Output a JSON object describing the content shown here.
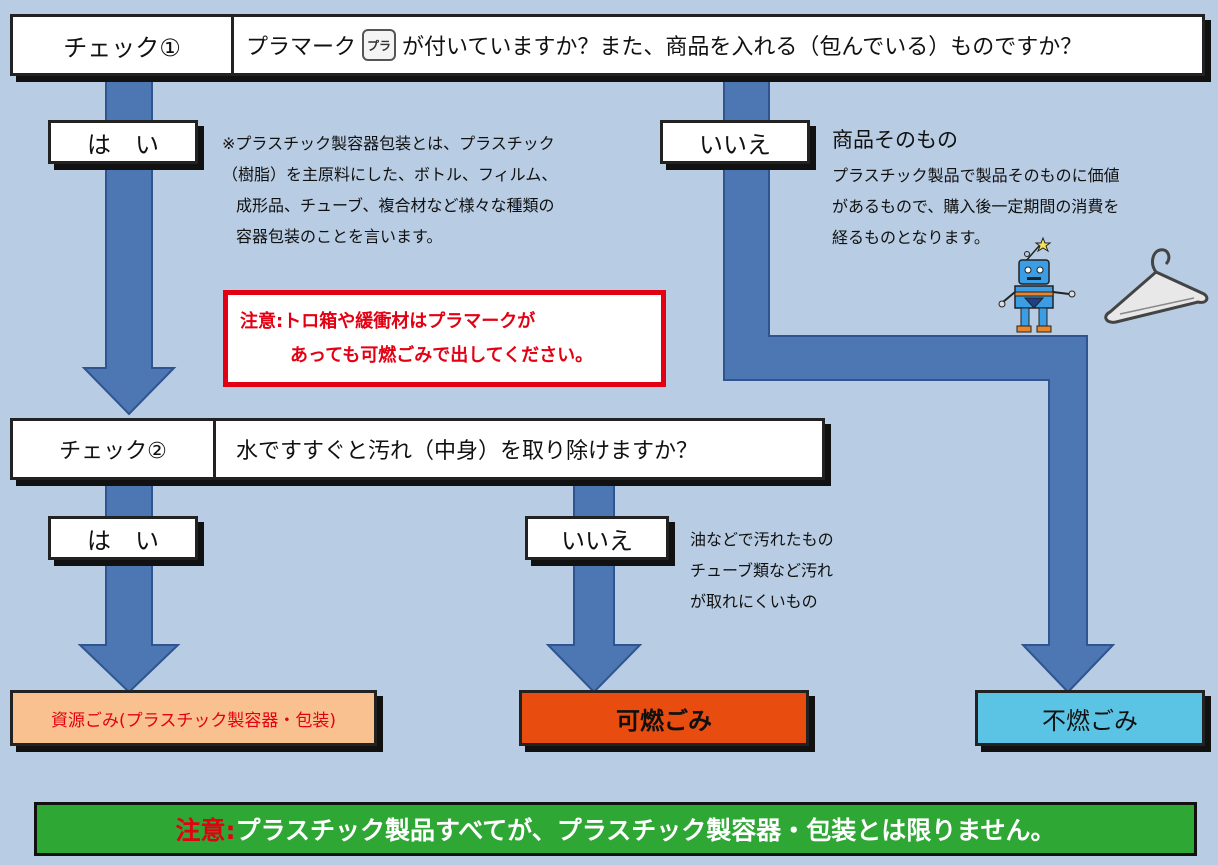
{
  "check1": {
    "label": "チェック①",
    "question_pre": "プラマーク",
    "mark_text": "プラ",
    "question_post": "が付いていますか？また、商品を入れる（包んでいる）ものですか？"
  },
  "yes1": {
    "label": "は　い"
  },
  "yes1_note": {
    "line1": "※プラスチック製容器包装とは、プラスチック",
    "line2": "（樹脂）を主原料にした、ボトル、フィルム、",
    "line3": "成形品、チューブ、複合材など様々な種類の",
    "line4": "容器包装のことを言います。"
  },
  "no1": {
    "label": "いいえ"
  },
  "no1_title": "商品そのもの",
  "no1_note": {
    "line1": "プラスチック製品で製品そのものに価値",
    "line2": "があるもので、購入後一定期間の消費を",
    "line3": "経るものとなります。"
  },
  "caution_box": {
    "line1": "注意:トロ箱や緩衝材はプラマークが",
    "line2": "あっても可燃ごみで出してください。"
  },
  "check2": {
    "label": "チェック②",
    "question": "水ですすぐと汚れ（中身）を取り除けますか？"
  },
  "yes2": {
    "label": "は　い"
  },
  "no2": {
    "label": "いいえ"
  },
  "no2_note": {
    "line1": "油などで汚れたもの",
    "line2": "チューブ類など汚れ",
    "line3": "が取れにくいもの"
  },
  "result_resource": {
    "label": "資源ごみ(プラスチック製容器・包装)",
    "color": "#f9c18f"
  },
  "result_burnable": {
    "label": "可燃ごみ",
    "color": "#e84c0f"
  },
  "result_nonburnable": {
    "label": "不燃ごみ",
    "color": "#5bc4e4"
  },
  "footer": {
    "prefix": "注意:",
    "text": "プラスチック製品すべてが、プラスチック製容器・包装とは限りません。",
    "color": "#2ea734"
  },
  "colors": {
    "background": "#b8cde3",
    "arrow": "#4d77b3",
    "arrow_edge": "#2f5490",
    "caution_red": "#e30012"
  }
}
